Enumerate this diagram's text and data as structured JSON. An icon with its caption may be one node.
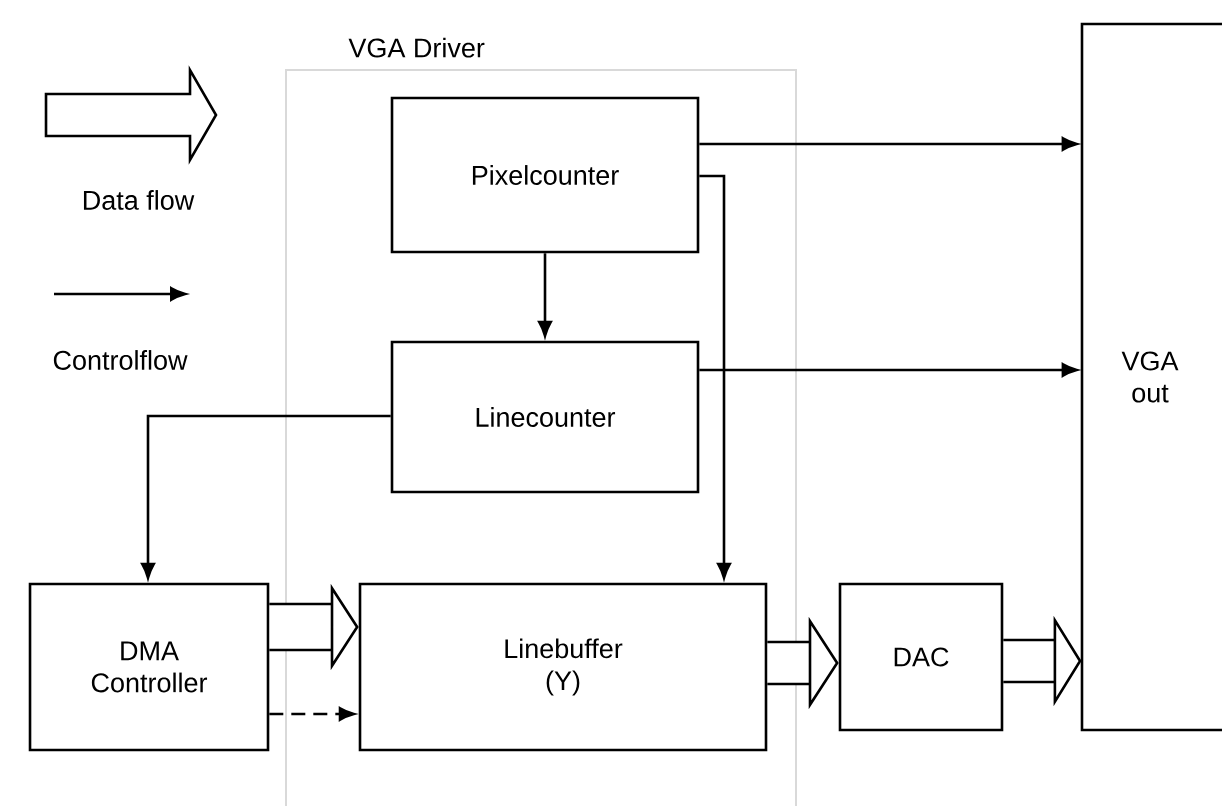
{
  "diagram": {
    "nodes": [
      {
        "text": [
          "VGA Driver"
        ]
      },
      {
        "text": [
          "Pixelcounter"
        ],
        "in": 0
      },
      {
        "text": [
          "Linecounter"
        ],
        "in": 0
      },
      {
        "text": [
          "Linebuffer (Y)"
        ],
        "in": 0
      },
      {
        "text": [
          "DMA Controller"
        ]
      },
      {
        "text": [
          "DAC"
        ]
      },
      {
        "text": [
          "VGA out"
        ]
      }
    ],
    "edges": [
      {
        "from": 1,
        "to": 6,
        "arrow": "to"
      },
      {
        "from": 1,
        "to": 3,
        "arrow": "to"
      },
      {
        "from": 1,
        "to": 2,
        "arrow": "to"
      },
      {
        "from": 2,
        "to": 6,
        "arrow": "to"
      },
      {
        "from": 2,
        "to": 4,
        "arrow": "to"
      },
      {
        "from": 4,
        "to": 3,
        "arrow": "to",
        "style": "thick"
      },
      {
        "from": 4,
        "to": 3,
        "arrow": "to",
        "style": "dashed"
      },
      {
        "from": 3,
        "to": 5,
        "arrow": "to",
        "style": "thick"
      },
      {
        "from": 5,
        "to": 6,
        "arrow": "to",
        "style": "thick"
      }
    ],
    "legend": [
      {
        "text": "Data flow"
      },
      {
        "text": "Controlflow"
      }
    ]
  }
}
